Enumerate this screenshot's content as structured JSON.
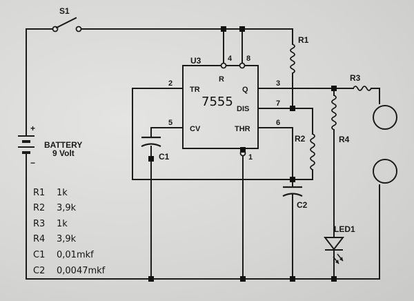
{
  "labels": {
    "s1": "S1",
    "r1": "R1",
    "r2": "R2",
    "r3": "R3",
    "r4": "R4",
    "c1": "C1",
    "c2": "C2",
    "led1": "LED1",
    "u3": "U3"
  },
  "battery": {
    "name": "BATTERY",
    "voltage": "9 Volt",
    "plus": "+",
    "minus": "−"
  },
  "ic": {
    "part": "7555",
    "reset": "R",
    "trigger": "TR",
    "output": "Q",
    "discharge": "DIS",
    "control": "CV",
    "threshold": "THR",
    "pins": {
      "1": "1",
      "2": "2",
      "3": "3",
      "4": "4",
      "5": "5",
      "6": "6",
      "7": "7",
      "8": "8"
    }
  },
  "legend": [
    {
      "ref": "R1",
      "value": "1k"
    },
    {
      "ref": "R2",
      "value": "3,9k"
    },
    {
      "ref": "R3",
      "value": "1k"
    },
    {
      "ref": "R4",
      "value": "3,9k"
    },
    {
      "ref": "C1",
      "value": "0,01mkf"
    },
    {
      "ref": "C2",
      "value": "0,0047mkf"
    }
  ]
}
